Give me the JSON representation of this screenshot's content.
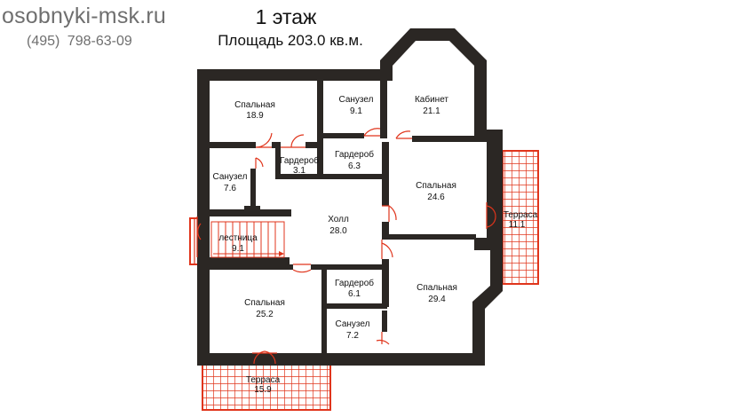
{
  "header": {
    "site": "osobnyki-msk.ru",
    "phone": "(495)  798-63-09",
    "title": "1 этаж",
    "area": "Площадь 203.0 кв.м."
  },
  "colors": {
    "wall": "#2b2724",
    "terrace_grid": "#e0351c",
    "door": "#e0351c",
    "background": "#ffffff"
  },
  "rooms": [
    {
      "id": "bedroom-1",
      "name": "Спальная",
      "area": "18.9"
    },
    {
      "id": "bathroom-1",
      "name": "Санузел",
      "area": "9.1"
    },
    {
      "id": "office",
      "name": "Кабинет",
      "area": "21.1"
    },
    {
      "id": "wardrobe-1",
      "name": "Гардероб",
      "area": "3.1"
    },
    {
      "id": "wardrobe-2",
      "name": "Гардероб",
      "area": "6.3"
    },
    {
      "id": "bathroom-2",
      "name": "Санузел",
      "area": "7.6"
    },
    {
      "id": "bedroom-2",
      "name": "Спальная",
      "area": "24.6"
    },
    {
      "id": "hall",
      "name": "Холл",
      "area": "28.0"
    },
    {
      "id": "stairs",
      "name": "лестница",
      "area": "9.1"
    },
    {
      "id": "terrace-right",
      "name": "Терраса",
      "area": "11.1"
    },
    {
      "id": "wardrobe-3",
      "name": "Гардероб",
      "area": "6.1"
    },
    {
      "id": "bedroom-3",
      "name": "Спальная",
      "area": "29.4"
    },
    {
      "id": "bedroom-4",
      "name": "Спальная",
      "area": "25.2"
    },
    {
      "id": "bathroom-3",
      "name": "Санузел",
      "area": "7.2"
    },
    {
      "id": "terrace-bottom",
      "name": "Терраса",
      "area": "15.9"
    }
  ]
}
